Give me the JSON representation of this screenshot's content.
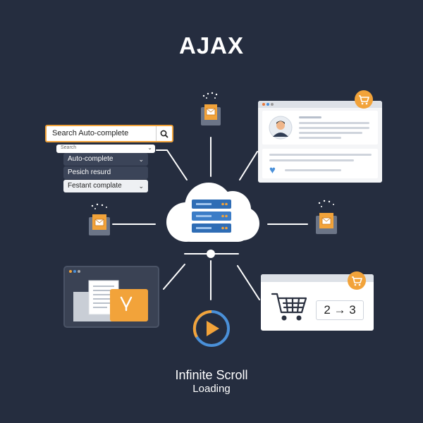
{
  "title": "AJAX",
  "search": {
    "main_text": "Search Auto-complete",
    "mini_text": "Search",
    "dropdown_items": [
      "Auto-complete",
      "Pesich resurd",
      "Festant complate"
    ]
  },
  "cart_card": {
    "page_change": "2 → 3"
  },
  "caption": {
    "line1": "Infinite Scroll",
    "line2": "Loading"
  },
  "colors": {
    "background": "#252d3f",
    "accent_orange": "#f2a33a",
    "accent_blue": "#4a90d9"
  }
}
